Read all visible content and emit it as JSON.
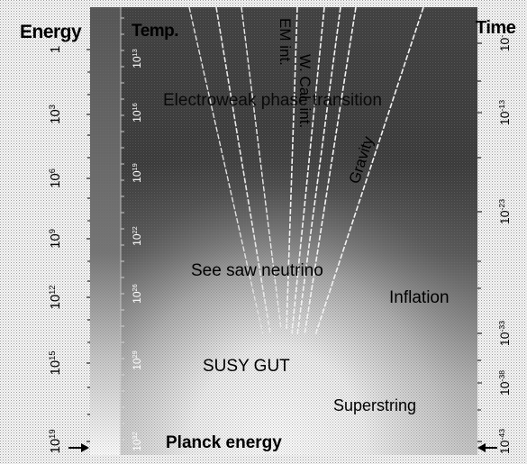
{
  "headers": {
    "energy": "Energy",
    "temperature": "Temp.",
    "time": "Time"
  },
  "energy_ticks": [
    {
      "base": "1",
      "exp": ""
    },
    {
      "base": "10",
      "exp": "3"
    },
    {
      "base": "10",
      "exp": "6"
    },
    {
      "base": "10",
      "exp": "9"
    },
    {
      "base": "10",
      "exp": "12"
    },
    {
      "base": "10",
      "exp": "15"
    },
    {
      "base": "10",
      "exp": "19"
    }
  ],
  "temperature_ticks": [
    {
      "base": "10",
      "exp": "13"
    },
    {
      "base": "10",
      "exp": "16"
    },
    {
      "base": "10",
      "exp": "19"
    },
    {
      "base": "10",
      "exp": "22"
    },
    {
      "base": "10",
      "exp": "26"
    },
    {
      "base": "10",
      "exp": "29"
    },
    {
      "base": "10",
      "exp": "32"
    }
  ],
  "time_ticks": [
    {
      "base": "10",
      "exp": "-"
    },
    {
      "base": "10",
      "exp": "-13"
    },
    {
      "base": "10",
      "exp": "-23"
    },
    {
      "base": "10",
      "exp": "-33"
    },
    {
      "base": "10",
      "exp": "-38"
    },
    {
      "base": "10",
      "exp": "-43"
    }
  ],
  "labels": {
    "electroweak": "Electroweak phase transition",
    "em_int": "EM int.",
    "weak_int": "W. Cal. int.",
    "gravity": "Gravity",
    "seesaw": "See saw neutrino",
    "inflation": "Inflation",
    "susy_gut": "SUSY GUT",
    "superstring": "Superstring",
    "planck": "Planck energy"
  },
  "colors": {
    "dark": "#3a3a3a",
    "light": "#ffffff",
    "text": "#000000",
    "line": "#ffffff"
  }
}
